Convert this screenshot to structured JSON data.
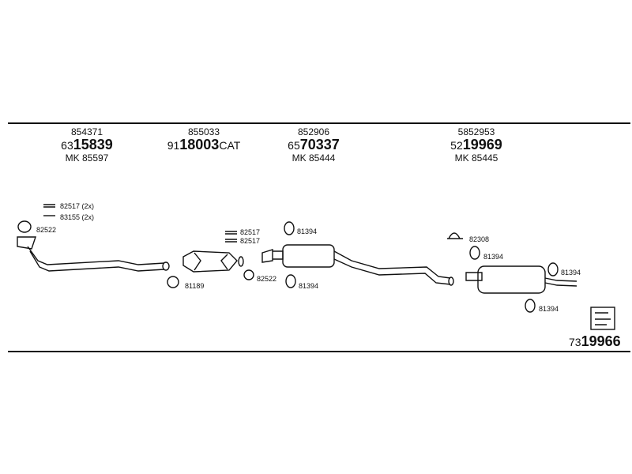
{
  "groups": [
    {
      "top": "854371",
      "prefix": "63",
      "main": "15839",
      "suffix": "",
      "mk": "MK  85597"
    },
    {
      "top": "855033",
      "prefix": "91",
      "main": "18003",
      "suffix": "CAT",
      "mk": ""
    },
    {
      "top": "852906",
      "prefix": "65",
      "main": "70337",
      "suffix": "",
      "mk": "MK  85444"
    },
    {
      "top": "5852953",
      "prefix": "52",
      "main": "19969",
      "suffix": "",
      "mk": "MK  85445"
    }
  ],
  "labels": {
    "front_clamp_a": "82517 (2x)",
    "front_bolt": "83155 (2x)",
    "front_gasket": "82522",
    "cat_ring": "81189",
    "cat_clamp_1": "82517",
    "cat_clamp_2": "82517",
    "mid_gasket": "82522",
    "mid_hanger_top": "81394",
    "mid_hanger_bottom": "81394",
    "rear_clamp": "82308",
    "rear_hanger_1": "81394",
    "rear_hanger_2": "81394",
    "rear_hanger_3": "81394"
  },
  "kit": {
    "prefix": "73",
    "main": "19966"
  }
}
